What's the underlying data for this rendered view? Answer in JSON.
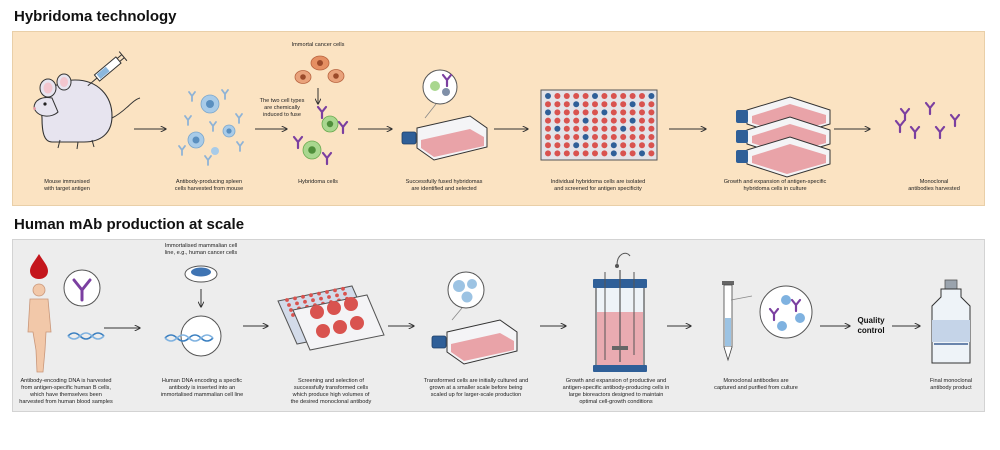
{
  "sections": {
    "hybridoma": {
      "title": "Hybridoma technology",
      "steps": [
        {
          "lines": [
            "Mouse immunised",
            "with target antigen"
          ]
        },
        {
          "lines": [
            "Antibody-producing spleen",
            "cells harvested from mouse"
          ]
        },
        {
          "lines": [
            "Hybridoma cells"
          ]
        },
        {
          "lines": [
            "Successfully fused hybridomas",
            "are identified and selected"
          ]
        },
        {
          "lines": [
            "Individual hybridoma cells are isolated",
            "and screened for antigen specificity"
          ]
        },
        {
          "lines": [
            "Growth and expansion of antigen-specific",
            "hybridoma cells in culture"
          ]
        },
        {
          "lines": [
            "Monoclonal",
            "antibodies harvested"
          ]
        }
      ],
      "notes": {
        "cancer": [
          "Immortal cancer cells"
        ],
        "fuse": [
          "The two cell types",
          "are chemically",
          "induced to fuse"
        ]
      }
    },
    "human": {
      "title": "Human mAb production at scale",
      "steps": [
        {
          "lines": [
            "Antibody-encoding DNA is harvested",
            "from antigen-specific human B cells,",
            "which have themselves been",
            "harvested from human blood samples"
          ]
        },
        {
          "lines": [
            "Human DNA encoding a specific",
            "antibody is inserted into an",
            "immortalised mammalian cell line"
          ]
        },
        {
          "lines": [
            "Screening and selection of",
            "successfully transformed cells",
            "which produce high volumes of",
            "the desired monoclonal antibody"
          ]
        },
        {
          "lines": [
            "Transformed cells are initially cultured and",
            "grown at a smaller scale before being",
            "scaled up for larger-scale production"
          ]
        },
        {
          "lines": [
            "Growth and expansion of productive and",
            "antigen-specific antibody-producing cells in",
            "large bioreactors designed to maintain",
            "optimal cell-growth conditions"
          ]
        },
        {
          "lines": [
            "Monoclonal antibodies are",
            "captured and purified from culture"
          ]
        },
        {
          "lines": [
            "Final monoclonal",
            "antibody product"
          ]
        }
      ],
      "notes": {
        "cellline": [
          "Immortalised mammalian cell",
          "line, e.g., human cancer cells"
        ],
        "quality": [
          "Quality",
          "control"
        ]
      }
    }
  },
  "colors": {
    "panel_top": "#fbe3c2",
    "panel_bottom": "#ededed",
    "antibody": "#7b3fa0",
    "well_red": "#d9534f",
    "well_blue": "#2f5f98",
    "flask_pink": "#e9a3a8",
    "dna_blue": "#3a7fc0"
  },
  "icons": {
    "mouse": "mouse-icon",
    "syringe": "syringe-icon",
    "spleen_cells": "spleen-cells-icon",
    "cancer_cells": "cancer-cells-icon",
    "hybridoma": "hybridoma-cells-icon",
    "flask": "culture-flask-icon",
    "plate": "well-plate-icon",
    "flask_stack": "flask-stack-icon",
    "antibodies": "antibody-icon",
    "human": "human-figure-icon",
    "blood": "blood-drop-icon",
    "dna": "dna-icon",
    "dish": "petri-dish-icon",
    "bioreactor": "bioreactor-icon",
    "column": "purification-column-icon",
    "vial": "vial-icon"
  }
}
